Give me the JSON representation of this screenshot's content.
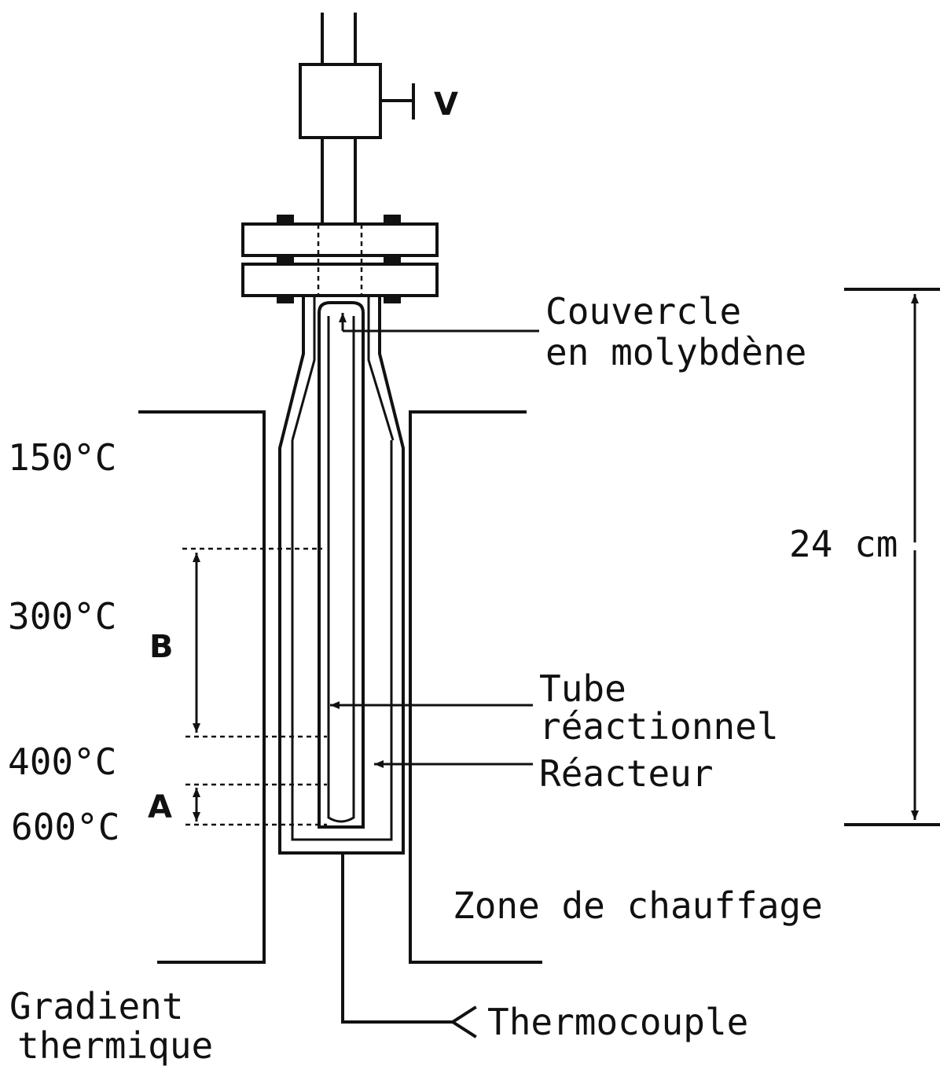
{
  "labels": {
    "valve": "V",
    "lid_line1": "Couvercle",
    "lid_line2": "en molybdène",
    "length": "24 cm",
    "temp_150": "150°C",
    "temp_300": "300°C",
    "temp_400": "400°C",
    "temp_600": "600°C",
    "zone_b": "B",
    "zone_a": "A",
    "tube_line1": "Tube",
    "tube_line2": "réactionnel",
    "reactor": "Réacteur",
    "heating_zone": "Zone de chauffage",
    "gradient_line1": "Gradient",
    "gradient_line2": "thermique",
    "thermocouple": "Thermocouple"
  }
}
